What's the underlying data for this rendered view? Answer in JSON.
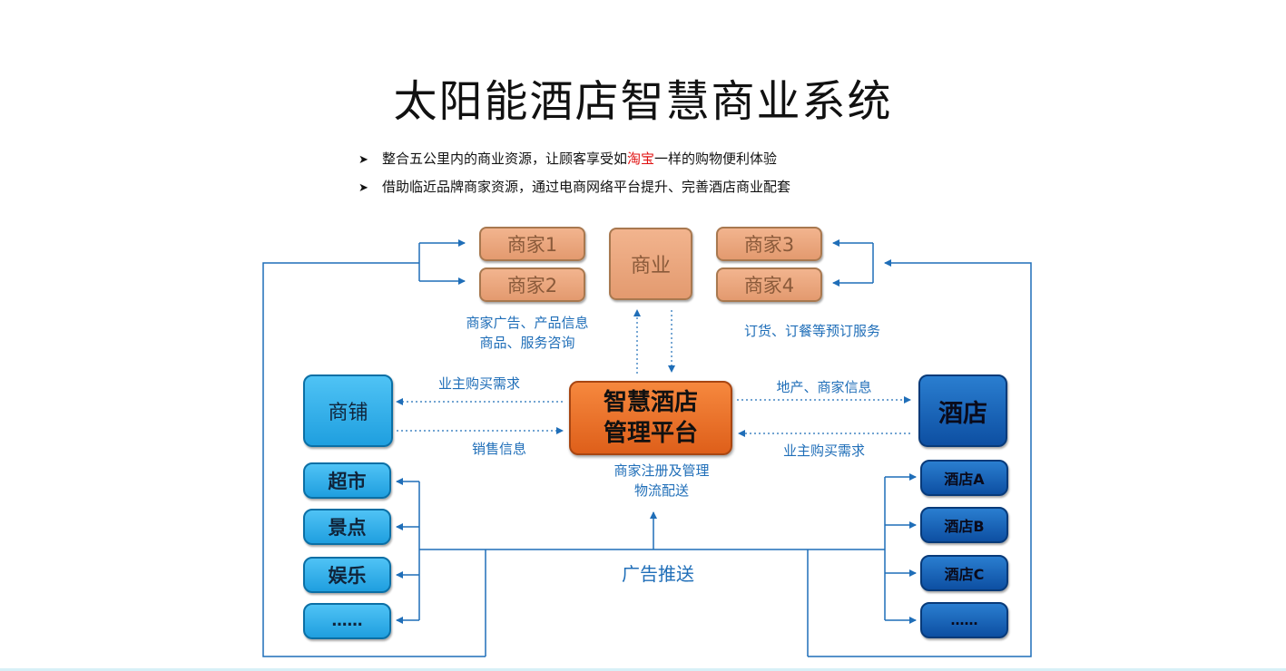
{
  "title": "太阳能酒店智慧商业系统",
  "bullets": [
    {
      "before": "整合五公里内的商业资源，让顾客享受如",
      "highlight": "淘宝",
      "after": "一样的购物便利体验"
    },
    {
      "before": "借助临近品牌商家资源，通过电商网络平台提升、完善酒店商业配套",
      "highlight": "",
      "after": ""
    }
  ],
  "bullet_marker": "➤",
  "colors": {
    "highlight": "#e01010",
    "flow_line": "#1f6eb8",
    "platform": "#de5f1a"
  },
  "nodes": {
    "merchant1": "商家1",
    "merchant2": "商家2",
    "commerce": "商业",
    "merchant3": "商家3",
    "merchant4": "商家4",
    "shop": "商铺",
    "platform_line1": "智慧酒店",
    "platform_line2": "管理平台",
    "hotel": "酒店",
    "shops": [
      "超市",
      "景点",
      "娱乐",
      "……"
    ],
    "hotels": [
      "酒店A",
      "酒店B",
      "酒店C",
      "……"
    ]
  },
  "labels": {
    "merchant_info_line1": "商家广告、产品信息",
    "merchant_info_line2": "商品、服务咨询",
    "order_service": "订货、订餐等预订服务",
    "owner_demand_left": "业主购买需求",
    "sales_info": "销售信息",
    "estate_info": "地产、商家信息",
    "owner_demand_right": "业主购买需求",
    "register_line1": "商家注册及管理",
    "register_line2": "物流配送",
    "ad_push": "广告推送"
  }
}
